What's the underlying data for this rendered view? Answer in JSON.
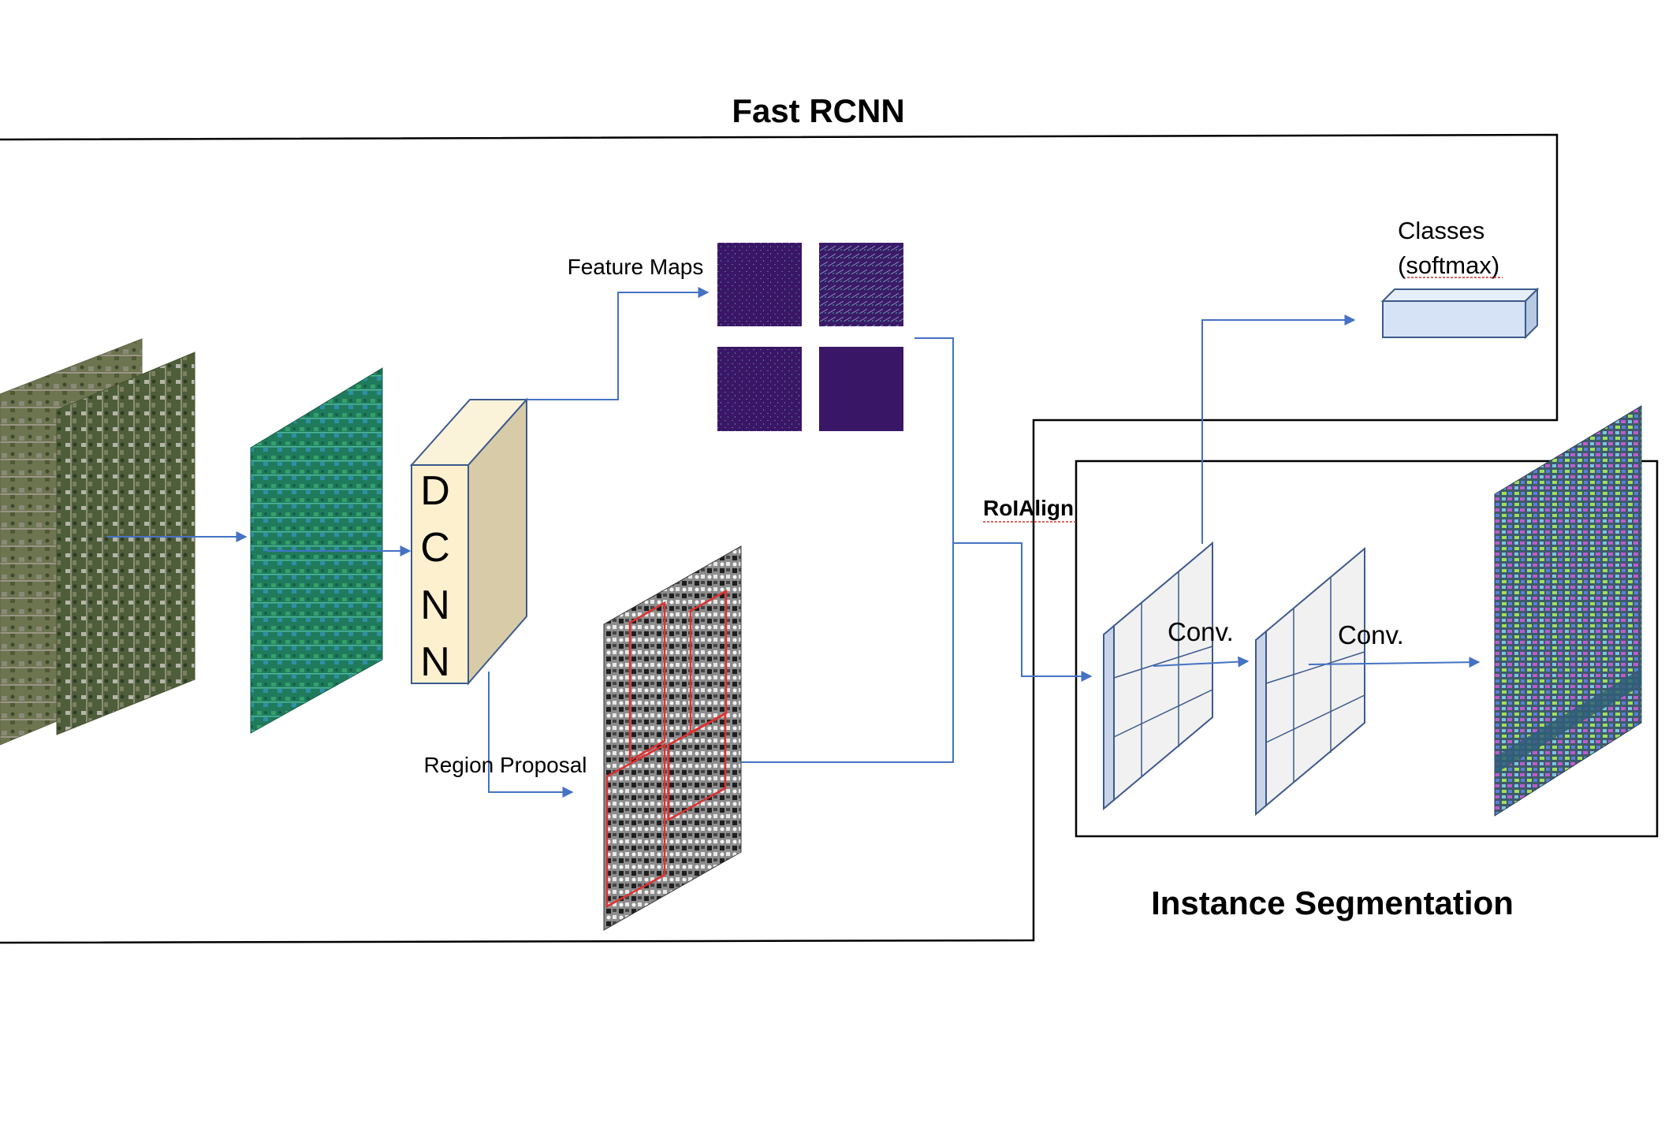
{
  "labels": {
    "fast_rcnn": "Fast RCNN",
    "instance_segmentation": "Instance Segmentation",
    "feature_maps": "Feature Maps",
    "region_proposal": "Region Proposal",
    "roialign": "RoIAlign",
    "classes": "Classes",
    "softmax": "(softmax)",
    "conv_1": "Conv.",
    "conv_2": "Conv.",
    "dcnn_letters": [
      "D",
      "C",
      "N",
      "N"
    ]
  },
  "colors": {
    "arrow": "#4472c4",
    "frame": "#000000",
    "dcnn_front": "#fdf0cf",
    "dcnn_side": "#d8cba8",
    "classes_box": "#d6e2f5",
    "feature_map": "#3a1766",
    "conv_panel": "#f1f1f1",
    "proposal_box": "#e03030"
  }
}
